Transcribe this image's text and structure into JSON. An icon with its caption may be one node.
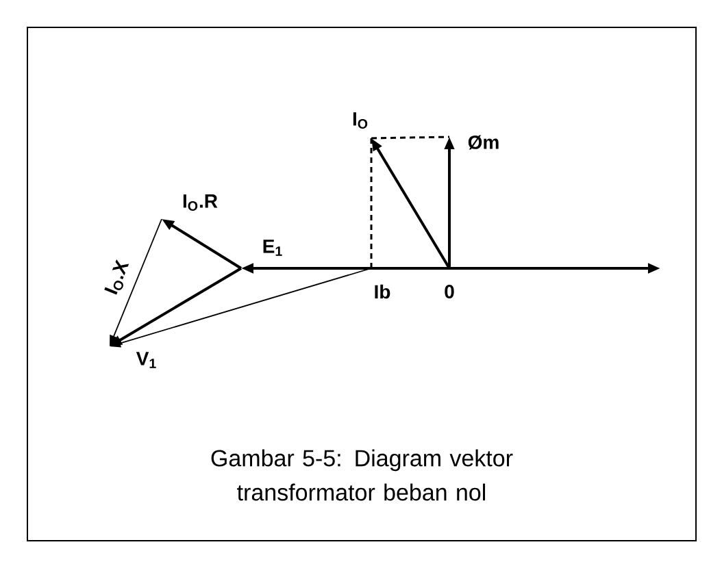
{
  "diagram": {
    "caption": "Gambar 5-5: Diagram vektor transformator beban nol",
    "nodes": [
      {
        "text": [
          "Øm"
        ]
      },
      {
        "text": [
          "I$_{O}$"
        ]
      },
      {
        "text": [
          "I$_{O}$.R"
        ]
      },
      {
        "text": [
          "E$_{1}$"
        ]
      },
      {
        "text": [
          "Ib"
        ]
      },
      {
        "text": [
          "0"
        ]
      },
      {
        "text": [
          "V$_{1}$"
        ]
      }
    ],
    "edges": [
      {
        "from": 5,
        "to": null,
        "arrow": "to"
      },
      {
        "from": 5,
        "to": 3,
        "arrow": "to"
      },
      {
        "from": 5,
        "to": 0,
        "arrow": "to"
      },
      {
        "from": 5,
        "to": 1,
        "arrow": "to"
      },
      {
        "from": 1,
        "to": 4,
        "arrow": "none",
        "style": "dashed"
      },
      {
        "from": 1,
        "to": 0,
        "arrow": "none",
        "style": "dashed"
      },
      {
        "from": 3,
        "to": 2,
        "arrow": "to"
      },
      {
        "from": 3,
        "to": 6,
        "arrow": "to"
      },
      {
        "from": 2,
        "to": 6,
        "arrow": "to",
        "label": "I$_{O}$.X"
      },
      {
        "from": 4,
        "to": 6,
        "arrow": "to"
      }
    ]
  }
}
